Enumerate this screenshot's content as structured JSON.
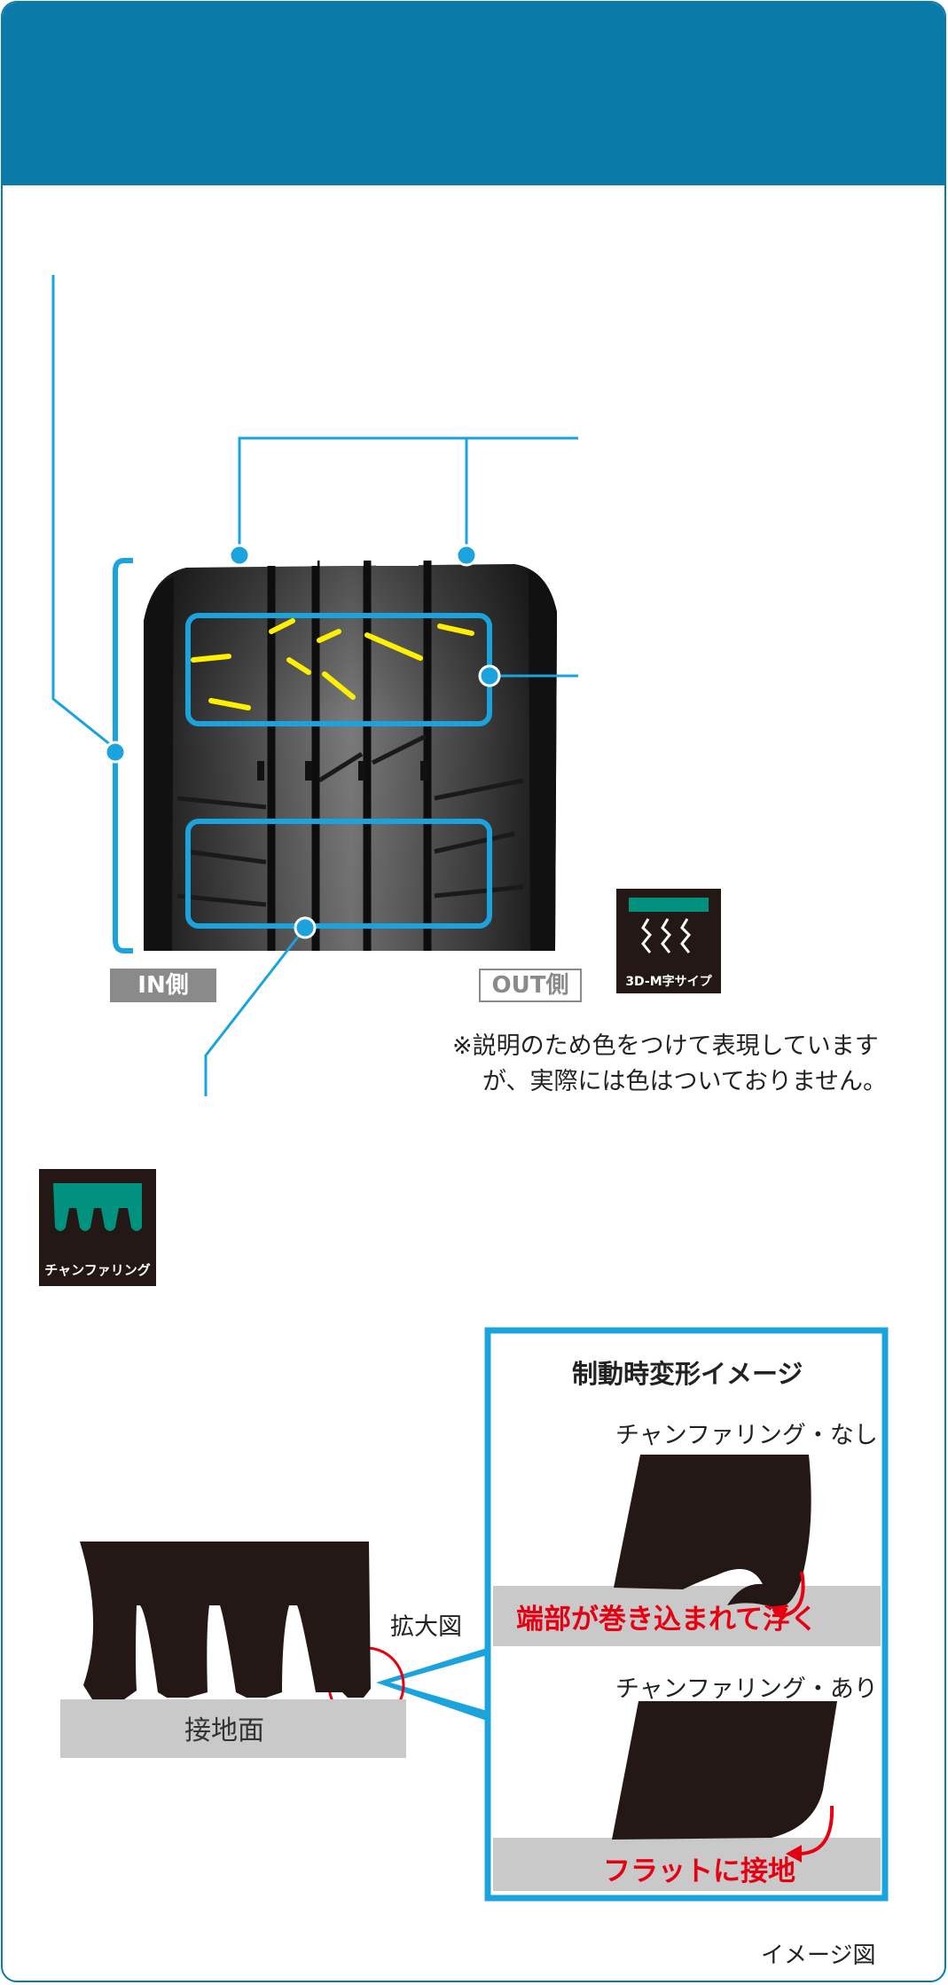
{
  "labels": {
    "in_side": "IN側",
    "out_side": "OUT側"
  },
  "note": {
    "line1": "※説明のため色をつけて表現しています",
    "line2": "が、実際には色はついておりません。"
  },
  "badges": {
    "sipe": {
      "caption": "3D-M字サイプ",
      "icon": "sipe-wave-icon"
    },
    "chamfer": {
      "caption": "チャンファリング",
      "icon": "chamfer-block-icon"
    }
  },
  "deformation": {
    "title": "制動時変形イメージ",
    "without_label": "チャンファリング・なし",
    "without_result": "端部が巻き込まれて浮く",
    "with_label": "チャンファリング・あり",
    "with_result": "フラットに接地"
  },
  "zoom_label": "拡大図",
  "ground_label": "接地面",
  "image_note": "イメージ図",
  "colors": {
    "header": "#0a7aa9",
    "callout": "#1aa3dd",
    "sipe_highlight": "#fff000",
    "alert_red": "#e60012",
    "badge_teal": "#00917f",
    "tread_black": "#231815",
    "ground_gray": "#c9c9c9"
  }
}
